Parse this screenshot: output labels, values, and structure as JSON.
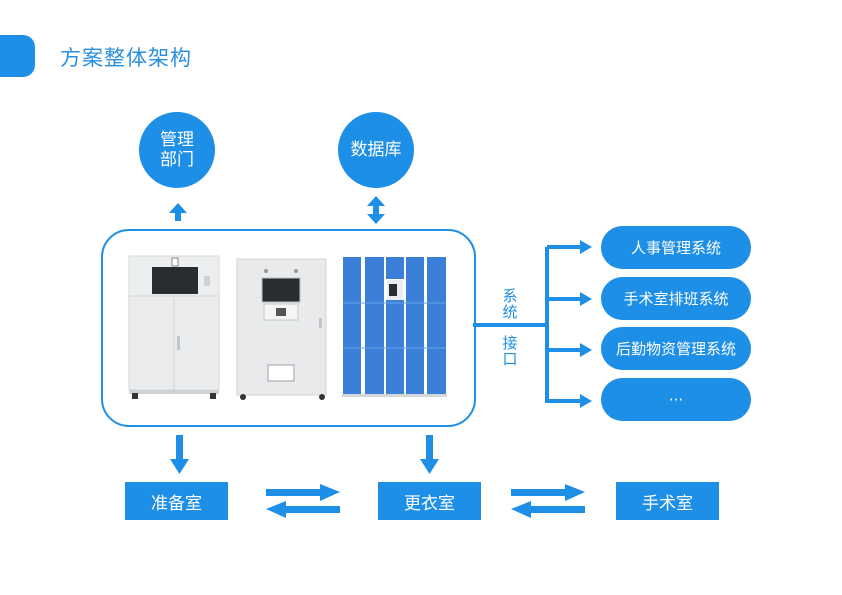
{
  "page": {
    "title": "方案整体架构"
  },
  "top_nodes": [
    {
      "id": "mgmt",
      "label_line1": "管理",
      "label_line2": "部门"
    },
    {
      "id": "db",
      "label": "数据库"
    }
  ],
  "interface_label": {
    "line1_char1": "系",
    "line1_char2": "统",
    "line2_char1": "接",
    "line2_char2": "口"
  },
  "systems": [
    {
      "label": "人事管理系统"
    },
    {
      "label": "手术室排班系统"
    },
    {
      "label": "后勤物资管理系统"
    },
    {
      "label": "···"
    }
  ],
  "rooms": [
    {
      "label": "准备室"
    },
    {
      "label": "更衣室"
    },
    {
      "label": "手术室"
    }
  ],
  "colors": {
    "accent": "#1e8fe6",
    "title": "#2b8fe0",
    "locker": "#3b7fd9"
  },
  "devices": [
    {
      "name": "cabinet-white",
      "icon": "gray-dispensing-cabinet"
    },
    {
      "name": "vending-machine",
      "icon": "gray-recycling-machine"
    },
    {
      "name": "locker",
      "icon": "blue-smart-locker"
    }
  ]
}
